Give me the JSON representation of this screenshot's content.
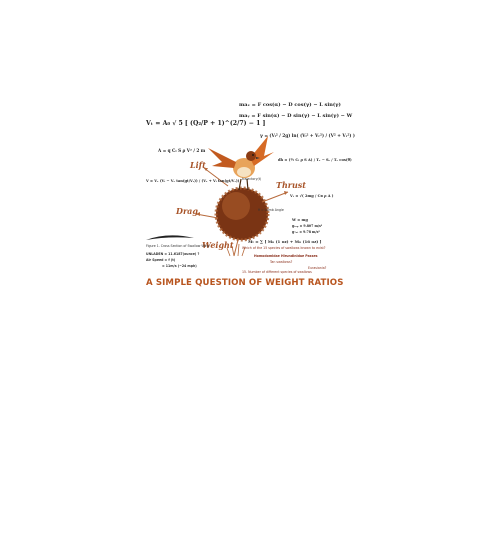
{
  "headline": "A SIMPLE QUESTION OF WEIGHT RATIOS",
  "forces": {
    "lift": "Lift",
    "drag": "Drag",
    "thrust": "Thrust",
    "weight": "Weight"
  },
  "equations": {
    "vt": "Vₜ = A₀ √ 5 [ (Q₂/P + 1)^(2/7) − 1 ]",
    "max": "maₓ = F cos(α) − D cos(γ) − L sin(γ)",
    "may": "maᵧ = F sin(α) − D sin(γ) − L sin(γ) − W",
    "gamma": "γ = (Vᵢ² / 2g) ln( (Vᵢ² + Vᵣ²) / (V² + Vᵣ²) )",
    "lift_eq": "A = q Cₗ S ρ V² / 2 m",
    "v_eq": "V = Vᵣ (Vᵢ − Vᵣ tan(gt/Vᵣ)) / (Vᵣ + Vᵢ tan(gt/Vᵣ))",
    "dh": "dh = (½ Cₗ ρ S A) / Tᵣ − Sᵣ / Tᵣ cos(θ)",
    "vt2": "Vₜ = √( 2mg / Cᴅ ρ A )",
    "w_mg": "W = mg",
    "g_top": "gₜₒₚ = 9.807 m/s²",
    "g_bot": "g₇ₒₜ = 9.78 m/s²",
    "mt": "Mₜ = ∑ [ Mₙ (1 oz) + Mₙ (16 oz) ]"
  },
  "annotations": {
    "trajectory": "trajectory(t)",
    "climb_angle": "θ = Climb Angle",
    "wing_caption": "Figure 1. Cross Section of Swallow Wing",
    "unladen": "UNLADEN = 11.6187(ounce) ?",
    "speed": "Air Speed = f (t)",
    "speed_val": "= 11m/s (~24 mph)",
    "question": "Which of the 15 species of swallows known to exist?",
    "domestic": "Homodomidae Hirundinidae Passes",
    "african": "Tan swallows?",
    "asian": "Eurasiania?",
    "footnote": "15. Number of different species of swallows"
  }
}
